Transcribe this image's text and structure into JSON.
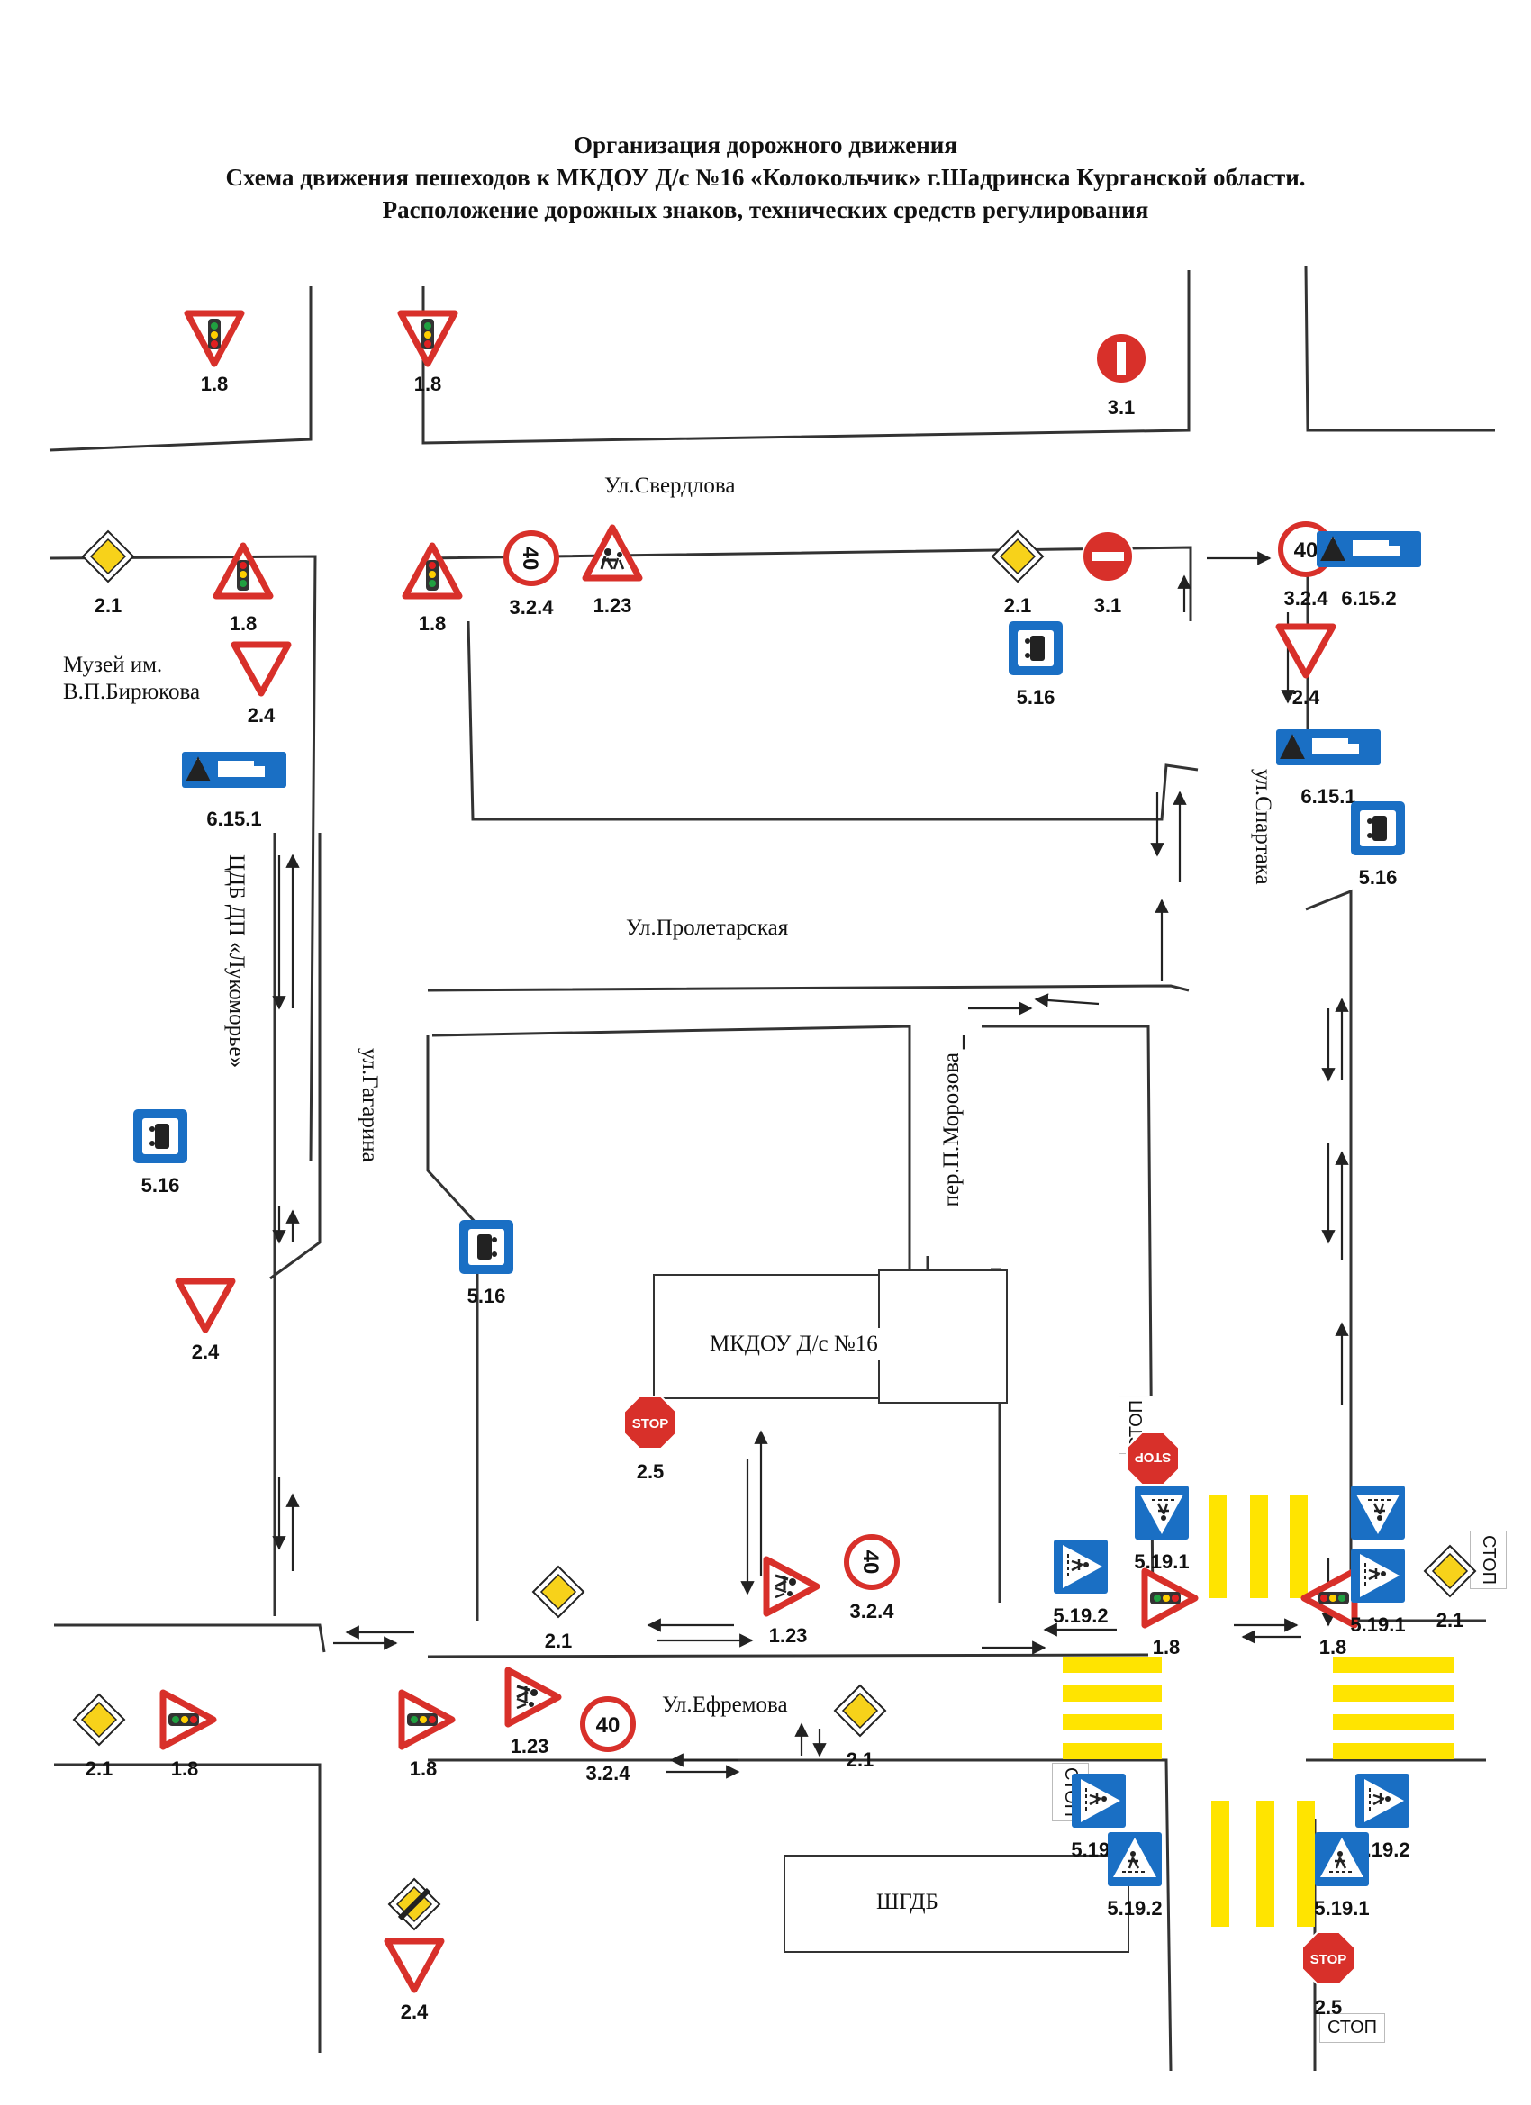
{
  "title": {
    "line1": "Организация дорожного движения",
    "line2": "Схема  движения пешеходов к МКДОУ Д/с №16 «Колокольчик» г.Шадринска Курганской области.",
    "line3": "Расположение дорожных знаков, технических средств регулирования"
  },
  "streets": {
    "sverdlova": "Ул.Свердлова",
    "proletarskaya": "Ул.Пролетарская",
    "efremova": "Ул.Ефремова",
    "gagarina": "ул.Гагарина",
    "spartaka": "ул.Спартака",
    "morozova": "пер.П.Морозова"
  },
  "buildings": {
    "museum": "Музей им. В.П.Бирюкова",
    "library": "ЦДБ ДП «Лукоморье»",
    "kindergarten": "МКДОУ Д/с №16",
    "shgdb": "ШГДБ"
  },
  "stop_markings": [
    "СТОП",
    "СТОП",
    "СТОП",
    "СТОП"
  ],
  "speed_limit": "40",
  "stop_sign_text": "STOP",
  "signs": [
    {
      "code": "1.8",
      "type": "light-tri-inv",
      "rot": 180
    },
    {
      "code": "1.8",
      "type": "light-tri-inv",
      "rot": 180
    },
    {
      "code": "3.1",
      "type": "noentry",
      "rot": 90
    },
    {
      "code": "2.1",
      "type": "main-road",
      "rot": 90
    },
    {
      "code": "1.8",
      "type": "light-tri"
    },
    {
      "code": "2.4",
      "type": "yield"
    },
    {
      "code": "6.15.1",
      "type": "lane-blue"
    },
    {
      "code": "1.8",
      "type": "light-tri"
    },
    {
      "code": "3.2.4",
      "type": "speed40",
      "rot": 90
    },
    {
      "code": "1.23",
      "type": "children-tri"
    },
    {
      "code": "2.1",
      "type": "main-road",
      "rot": 90
    },
    {
      "code": "3.1",
      "type": "noentry"
    },
    {
      "code": "5.16",
      "type": "bus",
      "rot": 90
    },
    {
      "code": "3.2.4",
      "type": "speed40"
    },
    {
      "code": "6.15.2",
      "type": "lane-blue"
    },
    {
      "code": "2.4",
      "type": "yield"
    },
    {
      "code": "6.15.1",
      "type": "lane-blue"
    },
    {
      "code": "5.16",
      "type": "bus",
      "rot": 90
    },
    {
      "code": "5.16",
      "type": "bus",
      "rot": 90
    },
    {
      "code": "2.4",
      "type": "yield"
    },
    {
      "code": "5.16",
      "type": "bus",
      "rot": -90
    },
    {
      "code": "2.5",
      "type": "stop"
    },
    {
      "code": "1.8",
      "type": "light-tri",
      "rot": 90
    },
    {
      "code": "1.8",
      "type": "light-tri",
      "rot": -90
    },
    {
      "code": "2.1",
      "type": "main-road",
      "rot": 90
    },
    {
      "code": "1.23",
      "type": "children-tri",
      "rot": 90
    },
    {
      "code": "3.2.4",
      "type": "speed40",
      "rot": 90
    },
    {
      "code": "2.5",
      "type": "stop",
      "rot": 180
    },
    {
      "code": "5.19.1",
      "type": "crossing",
      "rot": 180
    },
    {
      "code": "5.19.2",
      "type": "crossing",
      "rot": 90
    },
    {
      "code": "5.19.2",
      "type": "crossing",
      "rot": 180
    },
    {
      "code": "5.19.1",
      "type": "crossing",
      "rot": 90
    },
    {
      "code": "2.1",
      "type": "main-road",
      "rot": 90
    },
    {
      "code": "2.1",
      "type": "main-road",
      "rot": 90
    },
    {
      "code": "1.8",
      "type": "light-tri",
      "rot": 90
    },
    {
      "code": "1.8",
      "type": "light-tri",
      "rot": 90
    },
    {
      "code": "1.23",
      "type": "children-tri",
      "rot": 90
    },
    {
      "code": "3.2.4",
      "type": "speed40"
    },
    {
      "code": "2.1",
      "type": "main-road",
      "rot": 90
    },
    {
      "code": "2.2",
      "type": "end-main-road"
    },
    {
      "code": "2.4",
      "type": "yield"
    },
    {
      "code": "5.19.1",
      "type": "crossing",
      "rot": 90
    },
    {
      "code": "5.19.2",
      "type": "crossing"
    },
    {
      "code": "5.19.2",
      "type": "crossing",
      "rot": 90
    },
    {
      "code": "5.19.1",
      "type": "crossing"
    },
    {
      "code": "2.5",
      "type": "stop"
    }
  ],
  "colors": {
    "sign_red": "#d8302a",
    "sign_blue": "#1a6fc4",
    "crosswalk_yellow": "#ffe400",
    "main_road_yellow": "#f7d21a",
    "road_line": "#333333"
  }
}
